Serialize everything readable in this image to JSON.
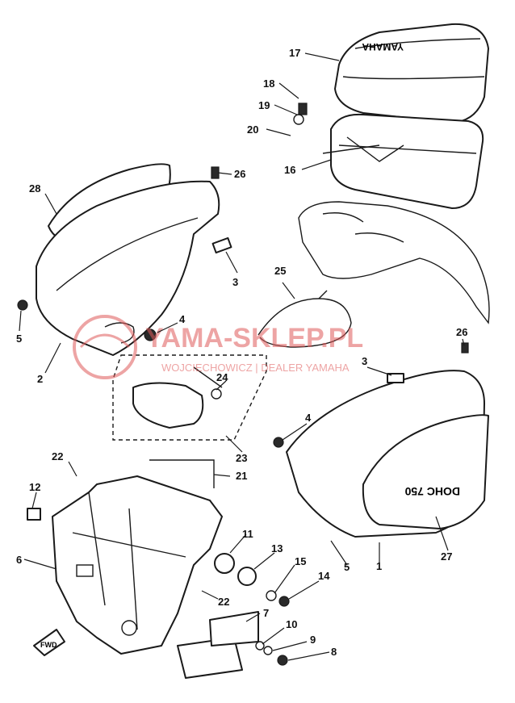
{
  "watermark": {
    "title": "YAMA-SKLEP.PL",
    "subtitle": "WOJCIECHOWICZ | DEALER YAMAHA",
    "color": "#e05a5a"
  },
  "brand_text": "YAMAHA",
  "panel_text": "DOHC 750",
  "fwd_text": "FWD",
  "callouts": [
    "17",
    "18",
    "19",
    "20",
    "16",
    "28",
    "26",
    "3",
    "5",
    "4",
    "2",
    "25",
    "26",
    "3",
    "24",
    "4",
    "23",
    "22",
    "21",
    "12",
    "6",
    "11",
    "13",
    "15",
    "14",
    "22",
    "7",
    "10",
    "9",
    "8",
    "5",
    "27",
    "1"
  ]
}
